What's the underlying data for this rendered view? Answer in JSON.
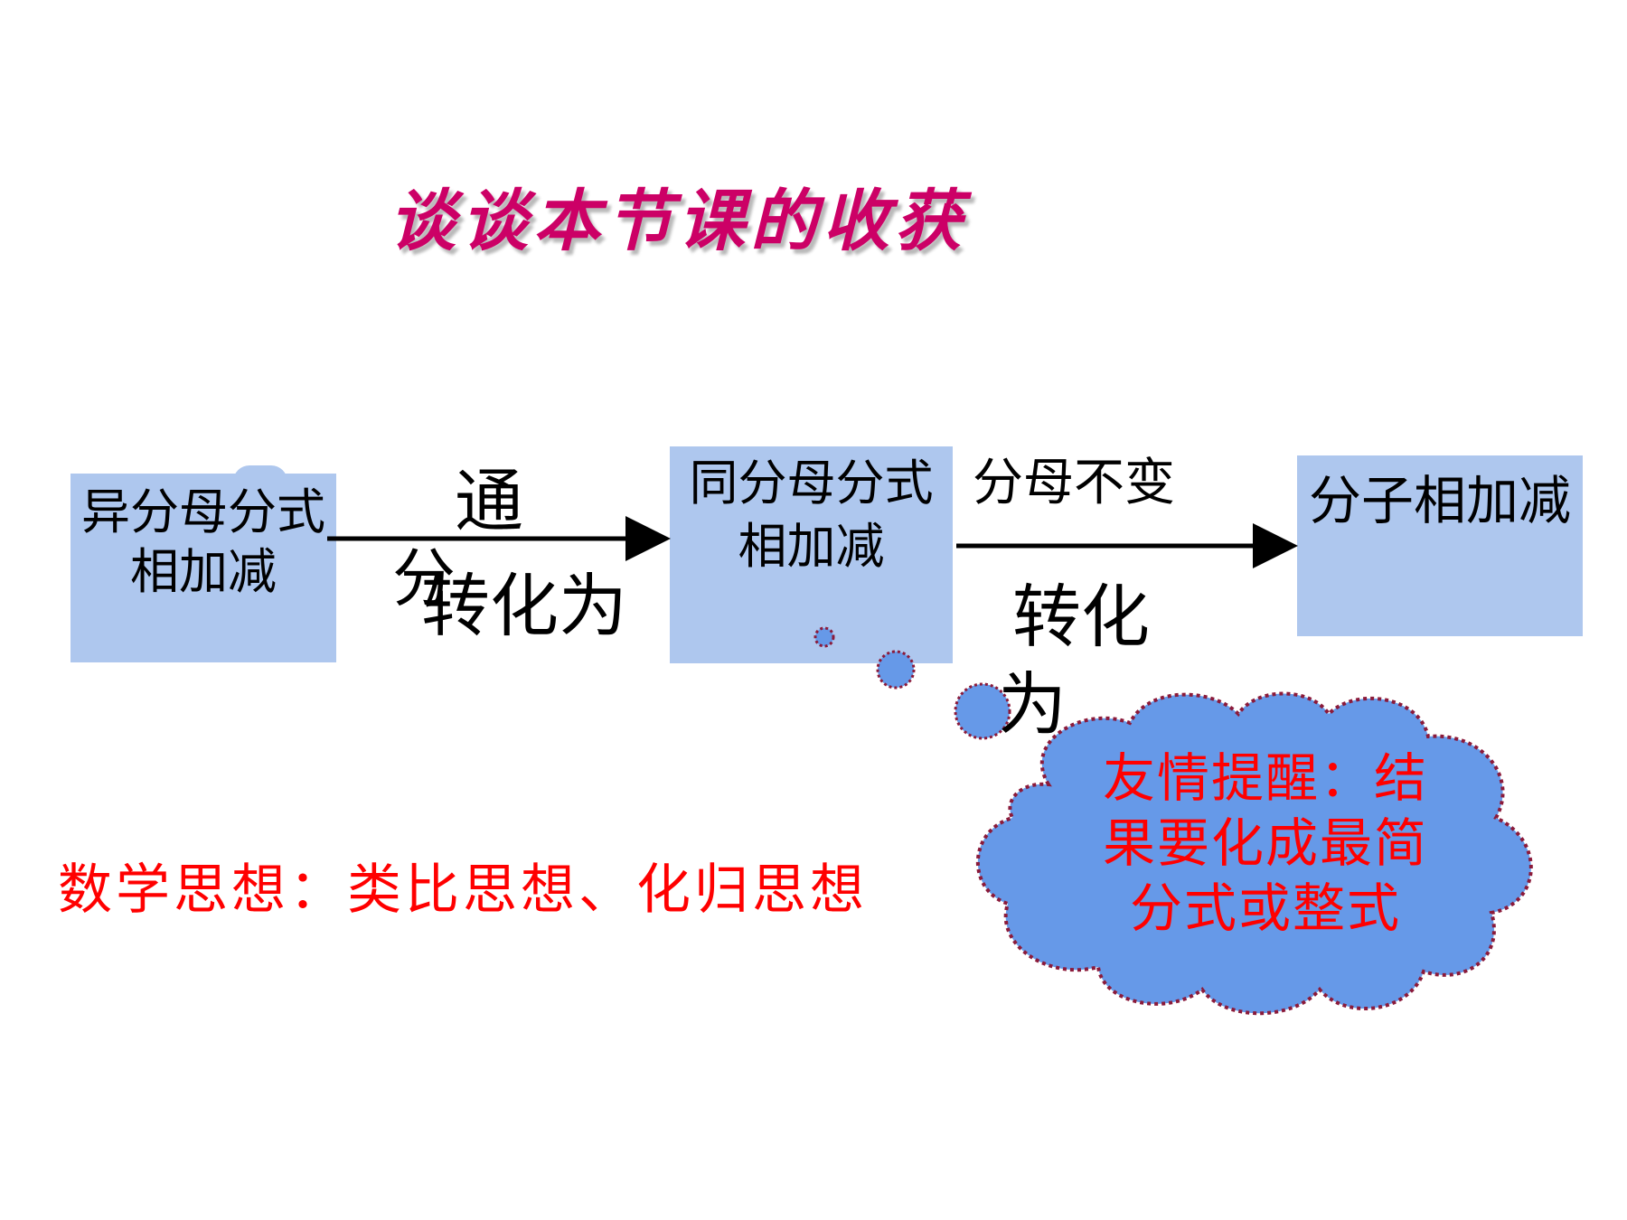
{
  "title": "谈谈本节课的收获",
  "boxes": {
    "unlike_denominators": "异分母分式相加减",
    "like_denominators": "同分母分式相加减",
    "numerators_add": "分子相加减"
  },
  "arrow1": {
    "tong": "通",
    "fen": "分",
    "convert": "转化为"
  },
  "arrow2": {
    "denominator_unchanged": "分母不变",
    "convert_a": "转化",
    "convert_b": "为"
  },
  "math_idea": "数学思想：类比思想、化归思想",
  "reminder": {
    "line1": "友情提醒：结",
    "line2": "果要化成最简",
    "line3": "分式或整式"
  },
  "colors": {
    "title": "#cc0066",
    "box_fill": "#aec7ee",
    "cloud_fill": "#6699e8",
    "cloud_border": "#8b1a3a",
    "red_text": "#ff0000"
  }
}
